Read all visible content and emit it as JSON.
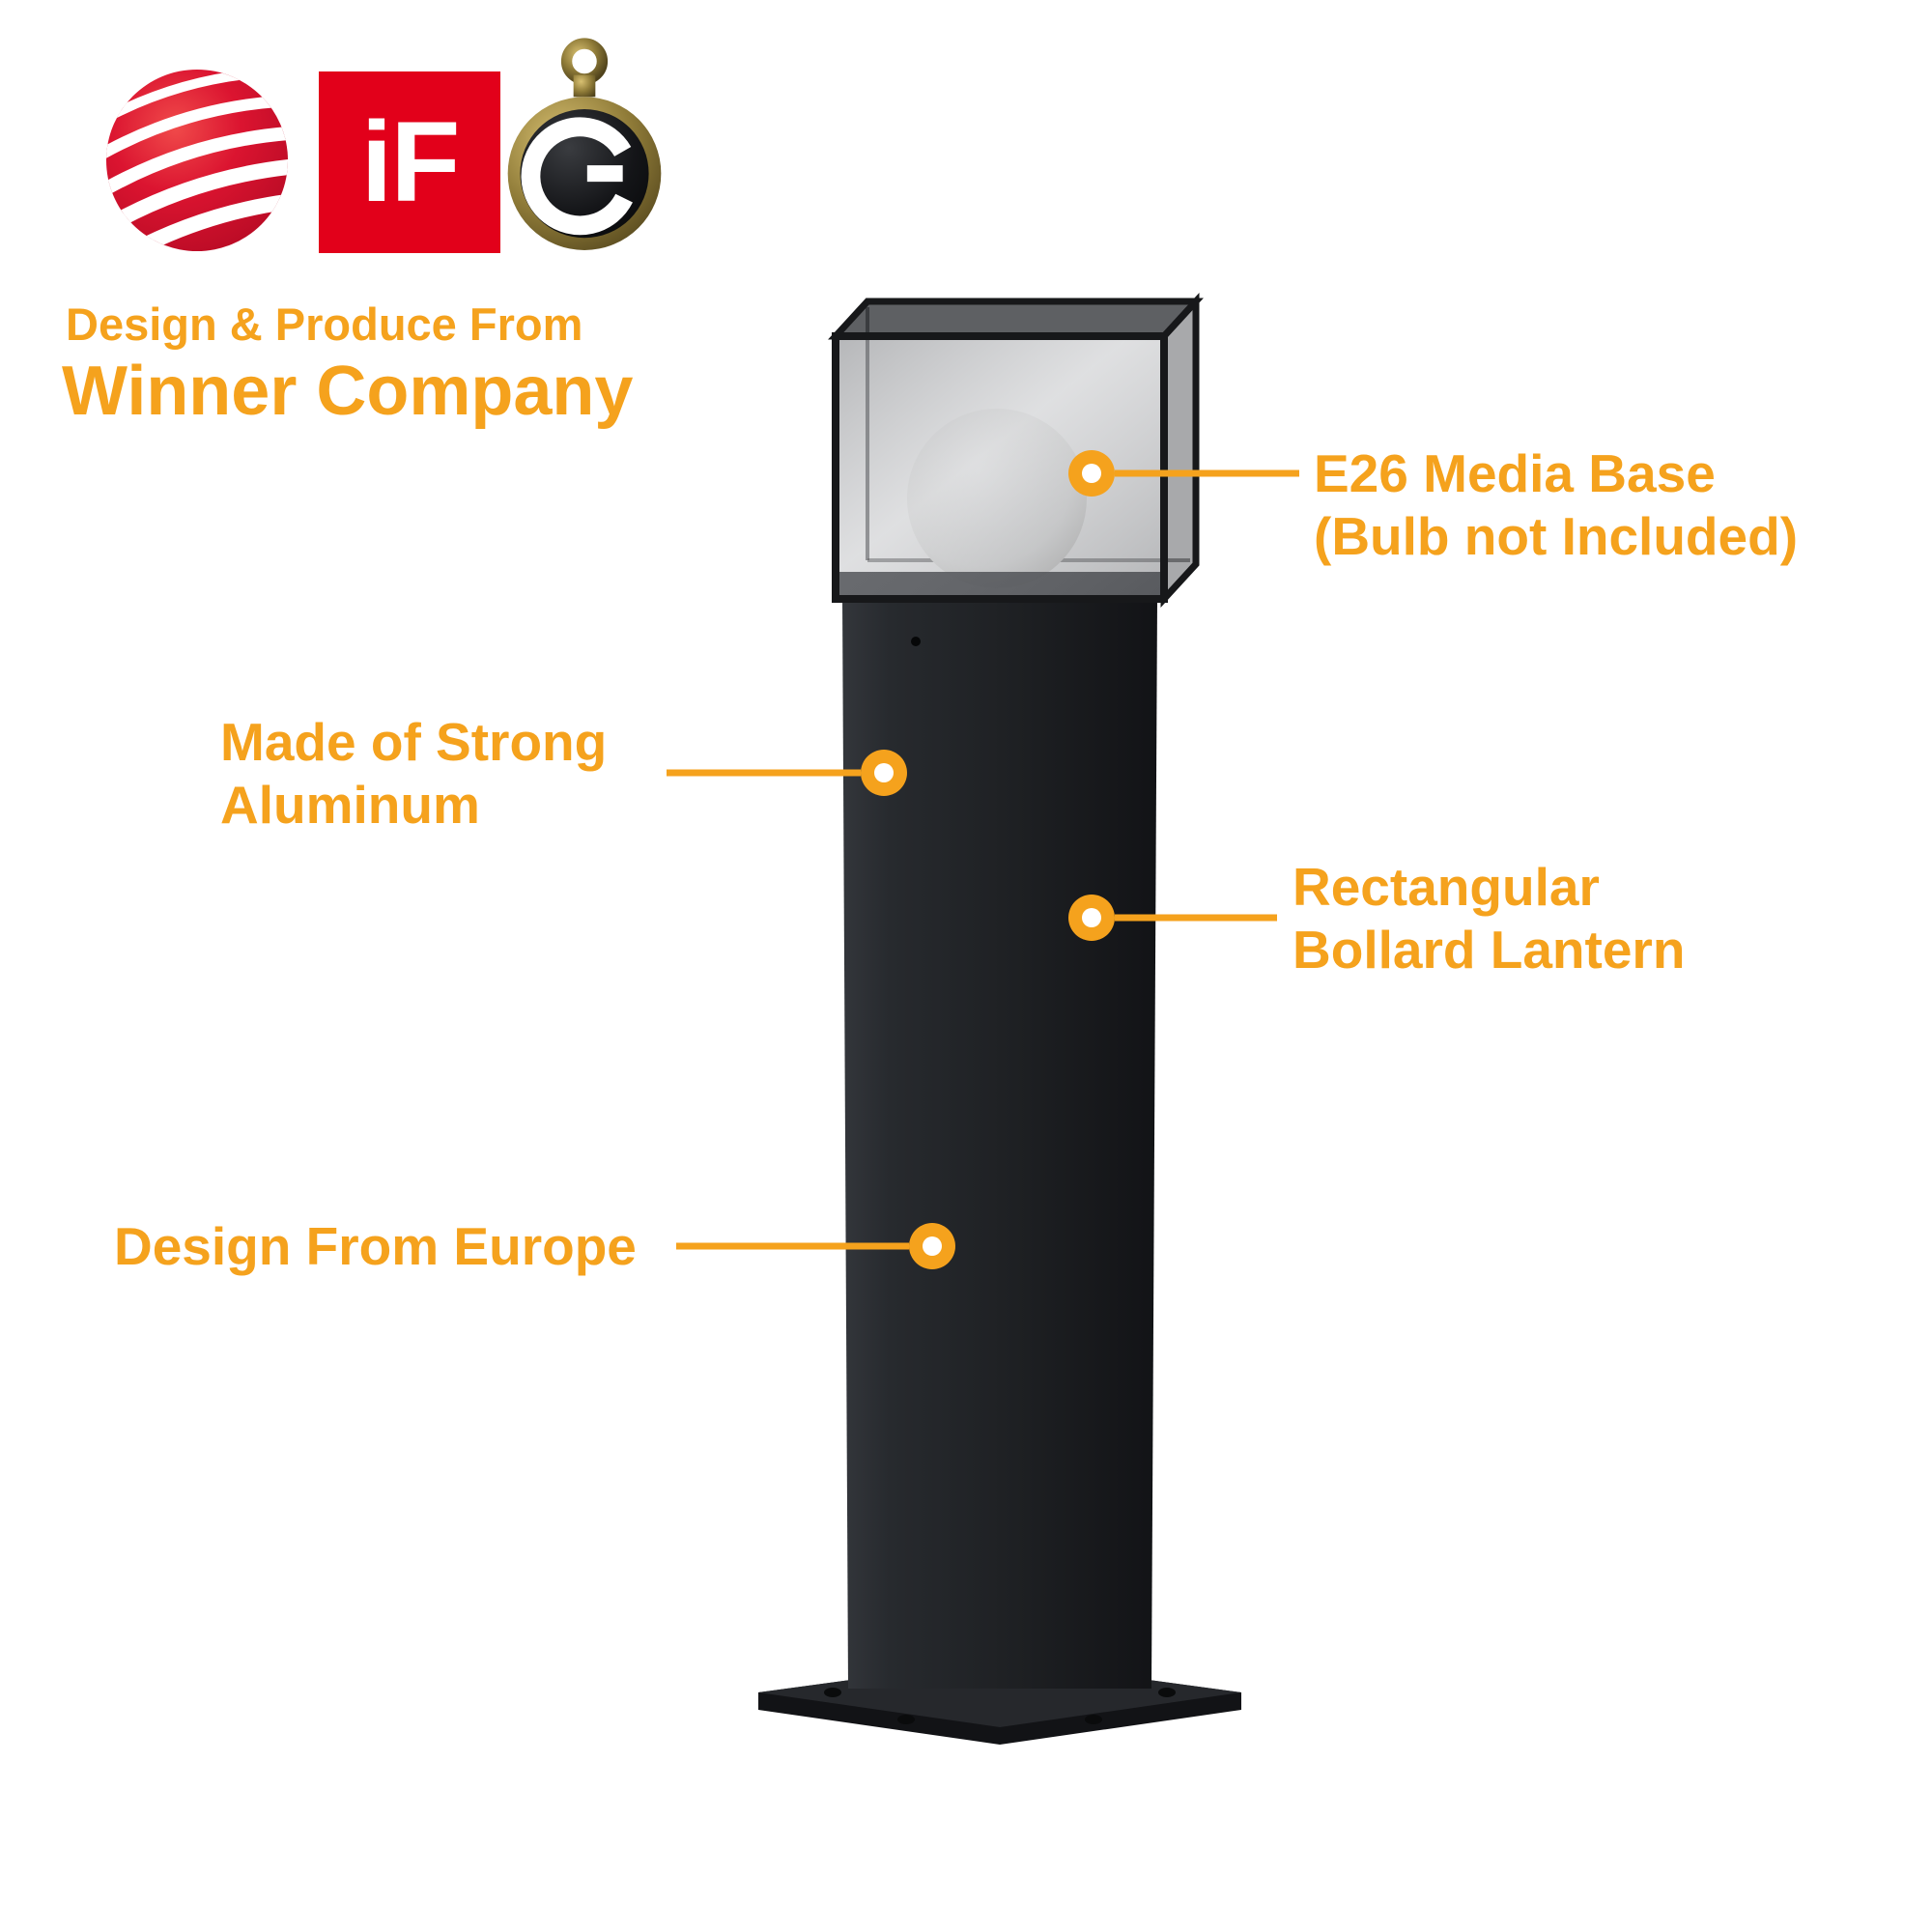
{
  "colors": {
    "accent_orange": "#F5A21D",
    "if_badge_red": "#E2001A",
    "red_dot_red": "#D70F2C",
    "lamp_black": "#1C1E21",
    "background": "#FFFFFF"
  },
  "header": {
    "line1": "Design & Produce From",
    "line2": "Winner Company"
  },
  "badges": {
    "red_dot": {
      "icon": "red-dot-award-sphere"
    },
    "if_award": {
      "label": "iF",
      "icon": "if-design-award-square"
    },
    "medal": {
      "icon": "design-award-medal"
    }
  },
  "callouts": {
    "e26": {
      "line1": "E26 Media Base",
      "line2": "(Bulb not Included)"
    },
    "aluminum": {
      "line1": "Made of Strong",
      "line2": "Aluminum"
    },
    "bollard": {
      "line1": "Rectangular",
      "line2": "Bollard Lantern"
    },
    "europe": {
      "line1": "Design From Europe"
    }
  }
}
